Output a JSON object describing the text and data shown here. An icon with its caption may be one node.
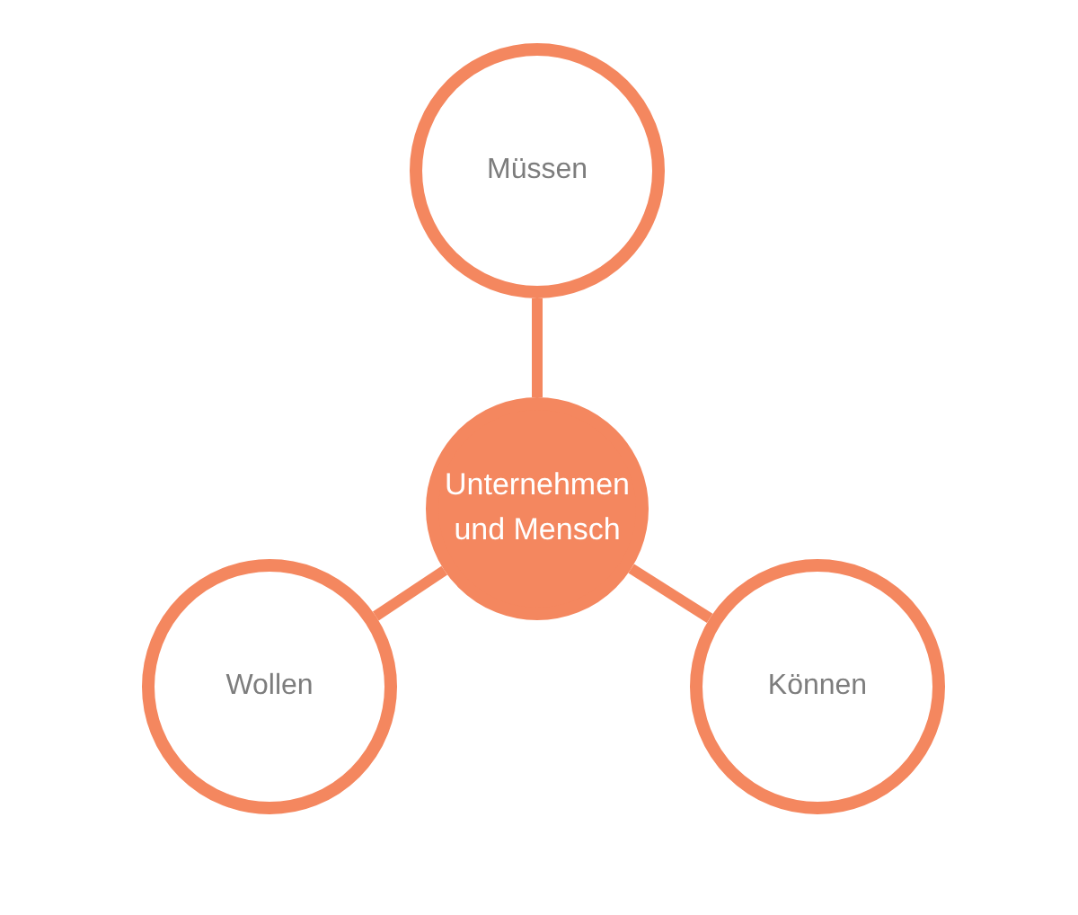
{
  "diagram": {
    "nodes": [
      {
        "text": [
          "Unternehmen und Mensch"
        ]
      },
      {
        "text": [
          "Müssen"
        ]
      },
      {
        "text": [
          "Wollen"
        ]
      },
      {
        "text": [
          "Können"
        ]
      }
    ],
    "edges": [
      {
        "from": 0,
        "to": 1,
        "arrow": "none"
      },
      {
        "from": 0,
        "to": 2,
        "arrow": "none"
      },
      {
        "from": 0,
        "to": 3,
        "arrow": "none"
      }
    ]
  }
}
